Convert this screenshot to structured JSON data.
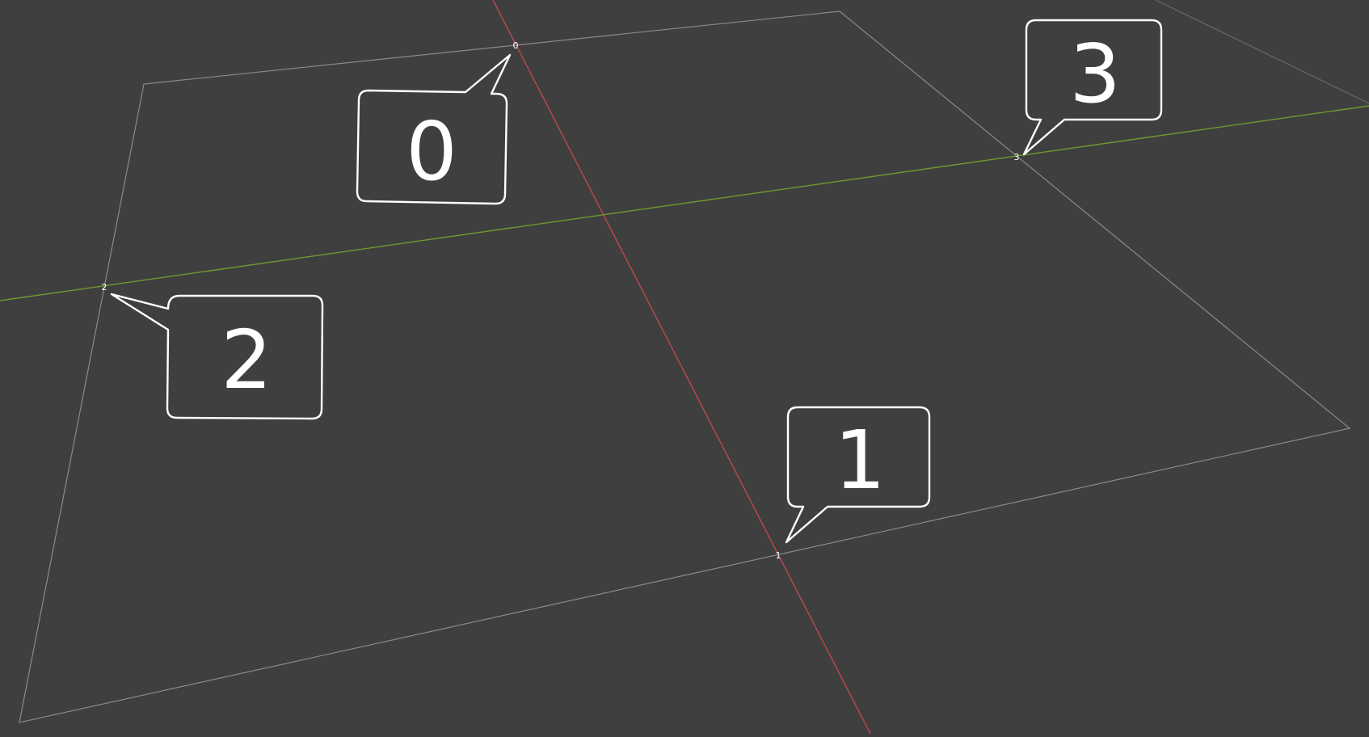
{
  "colors": {
    "background": "#3f3f3f",
    "plane_outline": "#8a8a8a",
    "x_axis": "#c0474f",
    "y_axis": "#6f9a2f",
    "bubble_stroke": "#ffffff",
    "bubble_fill": "#3f3f3f",
    "label": "#ffffff"
  },
  "vertices": [
    {
      "id": "0",
      "label": "0",
      "bubble_text": "0"
    },
    {
      "id": "1",
      "label": "1",
      "bubble_text": "1"
    },
    {
      "id": "2",
      "label": "2",
      "bubble_text": "2"
    },
    {
      "id": "3",
      "label": "3",
      "bubble_text": "3"
    }
  ]
}
